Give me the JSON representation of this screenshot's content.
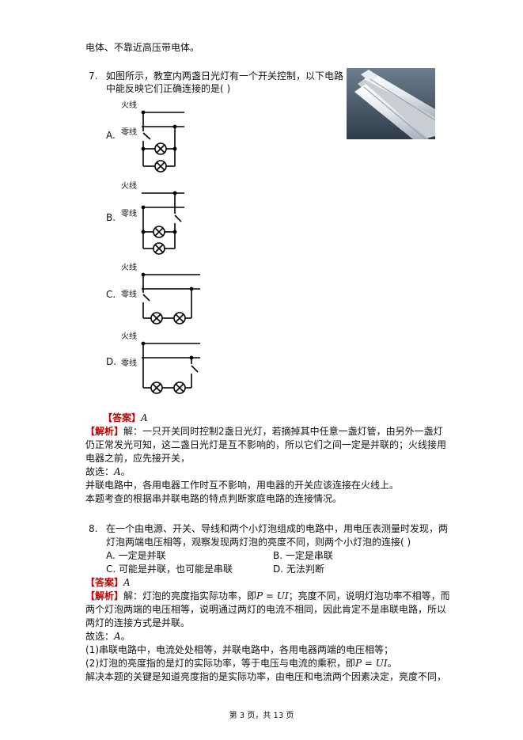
{
  "intro_line": "电体、不靠近高压带电体。",
  "q7": {
    "number": "7.",
    "stem_line1": "如图所示，教室内两盏日光灯有一个开关控制，以下电路",
    "stem_line2": "中能反映它们正确连接的是(     )",
    "wire_labels": {
      "live": "火线",
      "neutral": "零线"
    },
    "options": [
      "A.",
      "B.",
      "C.",
      "D."
    ],
    "answer_label": "【答案】",
    "answer_value": "A",
    "analysis_label": "【解析】",
    "analysis_lines": [
      "解：一只开关同时控制2盏日光灯，若摘掉其中任意一盏灯管，由另外一盏灯",
      "仍正常发光可知，这二盏日光灯是互不影响的，所以它们之间一定是并联的；火线接用",
      "电器之前，应先接开关，"
    ],
    "choice_prefix": "故选：",
    "choice_value": "A",
    "choice_suffix": "。",
    "notes": [
      "并联电路中，各用电器工作时互不影响，用电器的开关应该连接在火线上。",
      "本题考查的根据串并联电路的特点判断家庭电路的连接情况。"
    ]
  },
  "q8": {
    "number": "8.",
    "stem_line1": "在一个由电源、开关、导线和两个小灯泡组成的电路中，用电压表测量时发现，两",
    "stem_line2": "灯泡两端电压相等，观察发现两灯泡的亮度不同，则两个小灯泡的连接(     )",
    "options": {
      "a": "A.  一定是并联",
      "b": "B.  一定是串联",
      "c": "C.  可能是并联，也可能是串联",
      "d": "D.  无法判断"
    },
    "answer_label": "【答案】",
    "answer_value": "A",
    "analysis_label": "【解析】",
    "analysis_line1_a": "解：灯泡的亮度指实际功率，即",
    "analysis_line1_formula": "P = UI",
    "analysis_line1_b": "；亮度不同，说明灯泡功率不相等，而",
    "analysis_lines": [
      "两个灯泡两端的电压相等，说明通过两灯的电流不相同，因此肯定不是串联电路，所以",
      "两灯的连接方式是并联。"
    ],
    "choice_prefix": "故选：",
    "choice_value": "A",
    "choice_suffix": "。",
    "note1": "(1)串联电路中，电流处处相等，并联电路中，各用电器两端的电压相等；",
    "note2_a": "(2)灯泡的亮度指的是灯的实际功率，等于电压与电流的乘积，即",
    "note2_formula": "P = UI",
    "note2_b": "。",
    "note3": "解决本题的关键是知道亮度指的是实际功率，由电压和电流两个因素决定，亮度不同，"
  },
  "footer": "第 3 页，共 13 页"
}
